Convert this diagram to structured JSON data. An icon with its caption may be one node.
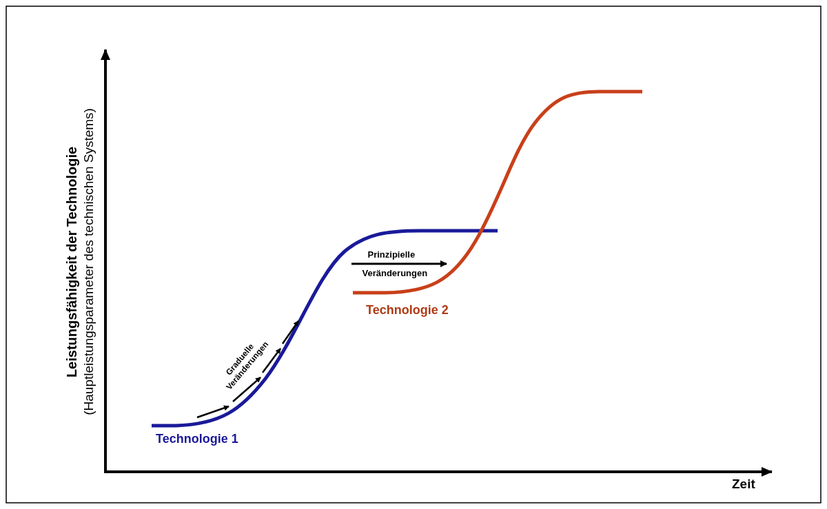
{
  "diagram": {
    "labels": [
      "Leistungsfähigkeit der Technologie",
      "(Hauptleistungsparameter des technischen Systems)",
      "Prinzipielle",
      "Veränderungen",
      "Technologie 2",
      "Graduelle Veränderungen",
      "Technologie 1",
      "Zeit"
    ]
  }
}
